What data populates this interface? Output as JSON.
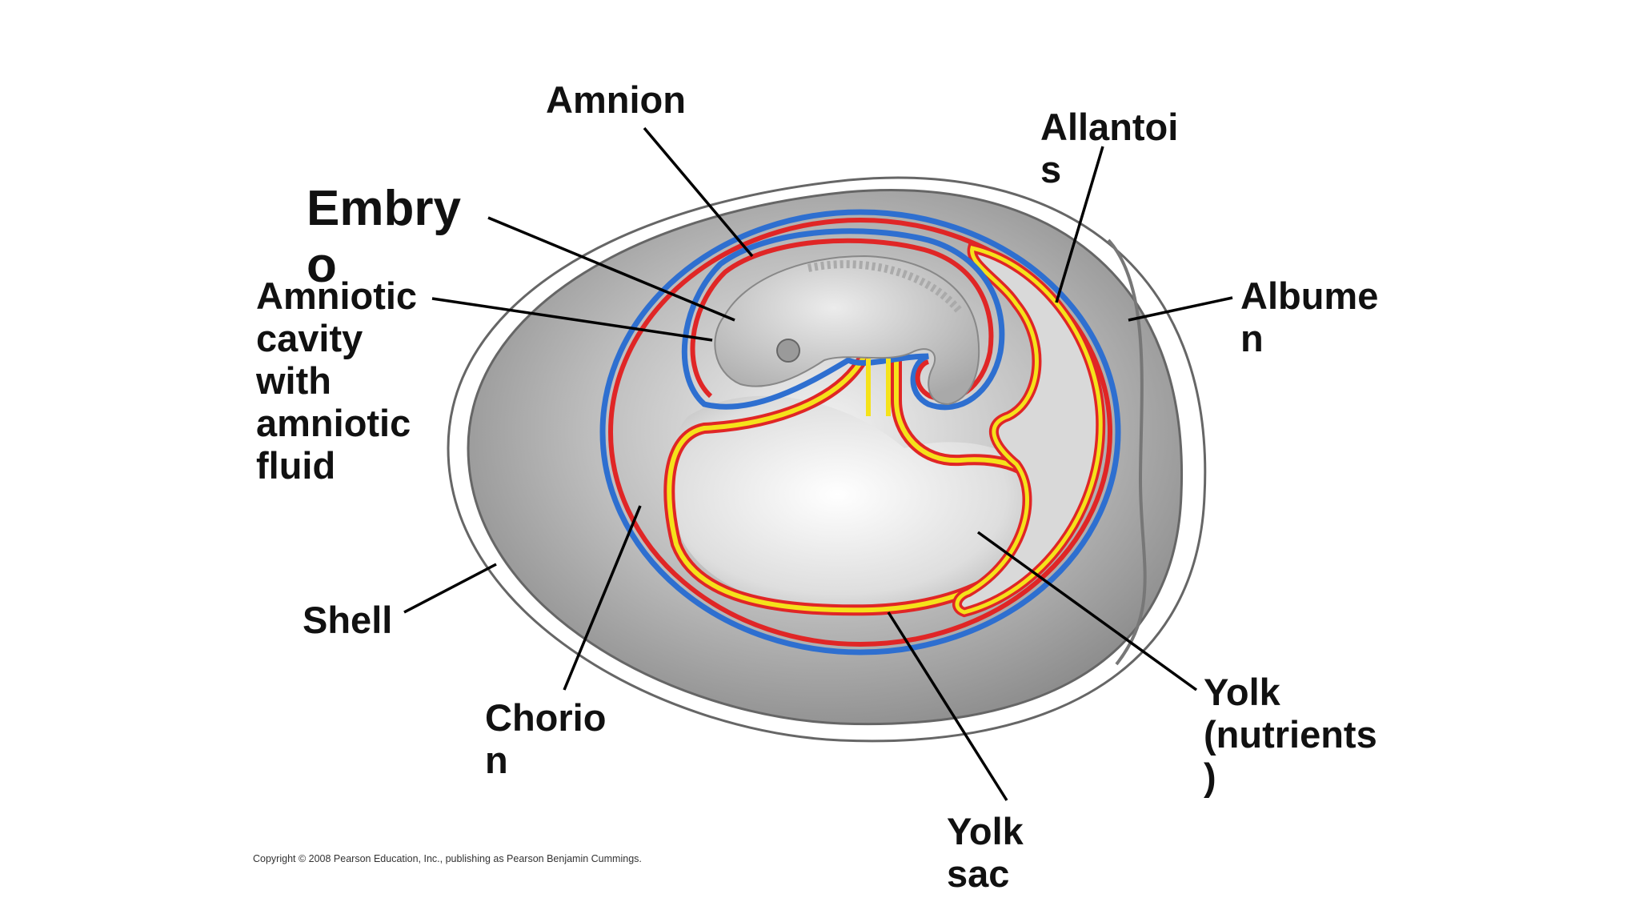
{
  "labels": {
    "amnion": "Amnion",
    "allantois": "Allantoi\ns",
    "embryo": "Embry\no",
    "amniotic_cavity": "Amniotic\ncavity\nwith\namniotic\nfluid",
    "albumen": "Albume\nn",
    "shell": "Shell",
    "chorion": "Chorio\nn",
    "yolk_nutrients": "Yolk\n(nutrients\n)",
    "yolk_sac": "Yolk\nsac"
  },
  "copyright": "Copyright © 2008 Pearson Education, Inc., publishing as Pearson Benjamin Cummings.",
  "colors": {
    "chorion": "#2e6fd0",
    "amnion": "#e02626",
    "yolk_sac": "#f5e21a",
    "leader_lines": "#000000"
  }
}
